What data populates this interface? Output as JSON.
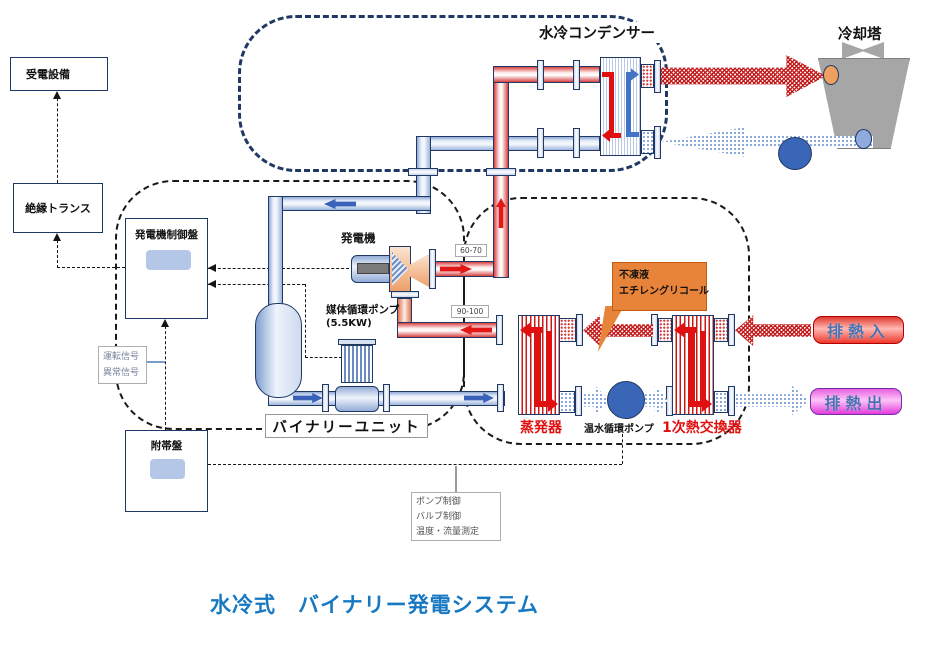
{
  "title": "水冷式　バイナリー発電システム",
  "region_labels": {
    "condenser": "水冷コンデンサー",
    "binary_unit": "バイナリーユニット"
  },
  "boxes": {
    "power_receiving": "受電設備",
    "isolation_transformer": "絶縁トランス",
    "generator_control_panel": "発電機制御盤",
    "auxiliary_panel": "附帯盤"
  },
  "labels": {
    "cooling_tower": "冷却塔",
    "generator": "発電機",
    "medium_pump": "媒体循環ポンプ",
    "medium_pump_power": "(5.5KW)",
    "evaporator": "蒸発器",
    "hot_water_pump": "温水循環ポンプ",
    "primary_heat_exchanger": "1次熱交換器"
  },
  "signal_box": {
    "line1": "運転信号",
    "line2": "異常信号"
  },
  "control_box": {
    "line1": "ポンプ制御",
    "line2": "バルブ制御",
    "line3": "温度・流量測定"
  },
  "callout": {
    "line1": "不凍液",
    "line2": "エチレングリコール"
  },
  "badges": {
    "heat_in": "排熱入",
    "heat_out": "排熱出"
  },
  "temperatures": {
    "turbine_outlet": "60-70",
    "turbine_inlet": "90-100"
  },
  "colors": {
    "navy": "#1f3864",
    "red": "#e01010",
    "orange": "#e8833a",
    "title_blue": "#1778c2",
    "badge_text": "#4a72b0",
    "heat_in_red": "#e8352b",
    "heat_out_magenta": "#e84fe0",
    "panel_chip": "#b4c7e7",
    "tower_gray": "#a6a6a6"
  }
}
